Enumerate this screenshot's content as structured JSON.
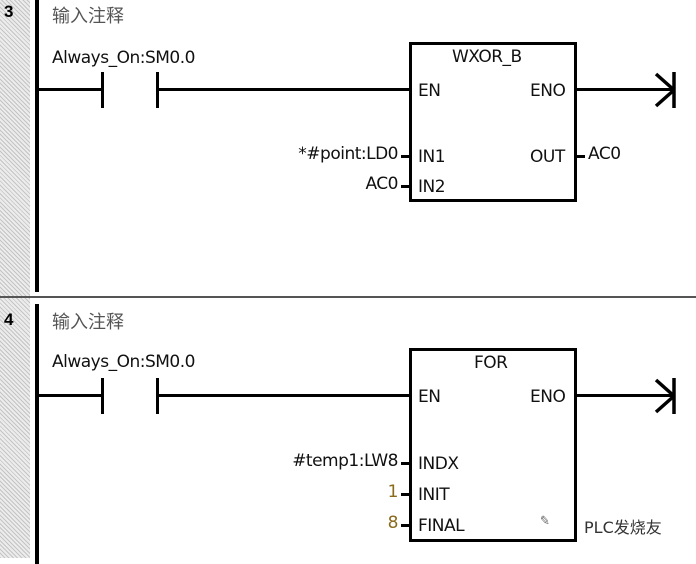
{
  "networks": [
    {
      "number": "3",
      "comment": "输入注释",
      "contact": {
        "label": "Always_On:SM0.0"
      },
      "block": {
        "title": "WXOR_B",
        "en": "EN",
        "eno": "ENO",
        "inputs": [
          {
            "pin": "IN1",
            "operand": "*#point:LD0"
          },
          {
            "pin": "IN2",
            "operand": "AC0"
          }
        ],
        "outputs": [
          {
            "pin": "OUT",
            "operand": "AC0"
          }
        ]
      },
      "end_symbol": "arrow-terminator-icon"
    },
    {
      "number": "4",
      "comment": "输入注释",
      "contact": {
        "label": "Always_On:SM0.0"
      },
      "block": {
        "title": "FOR",
        "en": "EN",
        "eno": "ENO",
        "inputs": [
          {
            "pin": "INDX",
            "operand": "#temp1:LW8"
          },
          {
            "pin": "INIT",
            "operand": "1"
          },
          {
            "pin": "FINAL",
            "operand": "8"
          }
        ],
        "outputs": []
      },
      "end_symbol": "arrow-terminator-icon"
    }
  ],
  "watermark": {
    "text": "PLC发烧友",
    "icon": "wechat-icon"
  },
  "colors": {
    "literal": "#8a6a1a",
    "wire": "#000000",
    "comment": "#555555"
  }
}
